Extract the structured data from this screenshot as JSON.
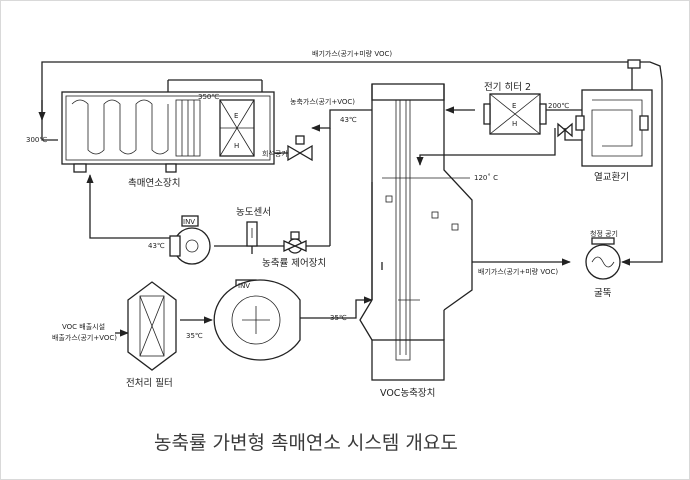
{
  "caption": "농축률 가변형 촉매연소 시스템 개요도",
  "labels": {
    "top_flow": "배기가스(공기+미량 VOC)",
    "concentrated_flow": "농축가스(공기+VOC)",
    "temp_300": "300℃",
    "temp_350": "350℃",
    "temp_200": "200℃",
    "temp_43_top": "43℃",
    "temp_43_fan": "43℃",
    "temp_120": "120˚ C",
    "temp_35_filter": "35℃",
    "temp_35_fan": "35℃",
    "catalytic_unit": "촉매연소장치",
    "dilution_air": "희석공기",
    "electric_heater": "전기 히터 2",
    "heat_exchanger": "열교환기",
    "concentration_sensor": "농도센서",
    "concentration_controller": "농축률 제어장치",
    "inv_1": "INV",
    "inv_2": "INV",
    "clean_air": "청정 공기",
    "stack": "굴뚝",
    "exhaust_flow_right": "배기가스(공기+미량 VOC)",
    "voc_source_1": "VOC 배출시설",
    "voc_source_2": "배출가스(공기+VOC)",
    "prefilter": "전처리 필터",
    "voc_concentrator": "VOC농축장치",
    "e_1": "E",
    "h_1": "H",
    "e_2": "E",
    "h_2": "H"
  }
}
